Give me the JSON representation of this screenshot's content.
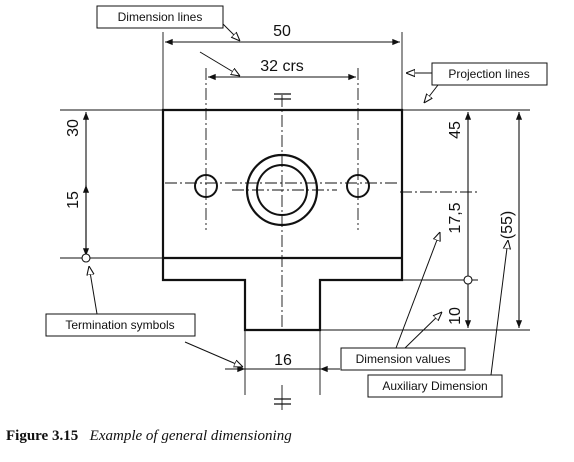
{
  "figure": {
    "number": "Figure 3.15",
    "caption": "Example of general dimensioning"
  },
  "callouts": {
    "dimension_lines": "Dimension lines",
    "projection_lines": "Projection lines",
    "termination_symbols": "Termination symbols",
    "dimension_values": "Dimension values",
    "auxiliary_dimension": "Auxiliary Dimension"
  },
  "dimensions": {
    "overall_width": "50",
    "hole_centres": "32 crs",
    "height_30": "30",
    "height_15": "15",
    "height_45": "45",
    "height_17_5": "17,5",
    "height_10": "10",
    "auxiliary_55": "(55)",
    "stem_width": "16"
  }
}
